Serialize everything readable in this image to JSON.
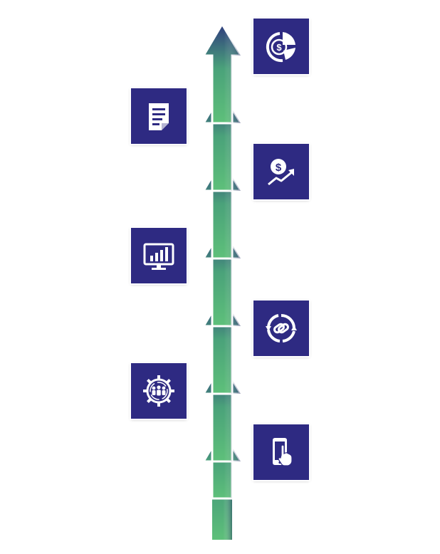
{
  "colors": {
    "tile_background": "#2e2a82",
    "icon_foreground": "#ffffff",
    "arrow_top": "#2f3c7e",
    "arrow_bottom": "#5ec07a",
    "arrow_outline": "#ffffff"
  },
  "steps": [
    {
      "icon": "dollar-pie-chart-icon",
      "side": "right"
    },
    {
      "icon": "document-icon",
      "side": "left"
    },
    {
      "icon": "dollar-growth-icon",
      "side": "right"
    },
    {
      "icon": "monitor-bar-chart-icon",
      "side": "left"
    },
    {
      "icon": "cycle-link-icon",
      "side": "right"
    },
    {
      "icon": "team-gear-icon",
      "side": "left"
    },
    {
      "icon": "phone-touch-icon",
      "side": "right"
    }
  ]
}
